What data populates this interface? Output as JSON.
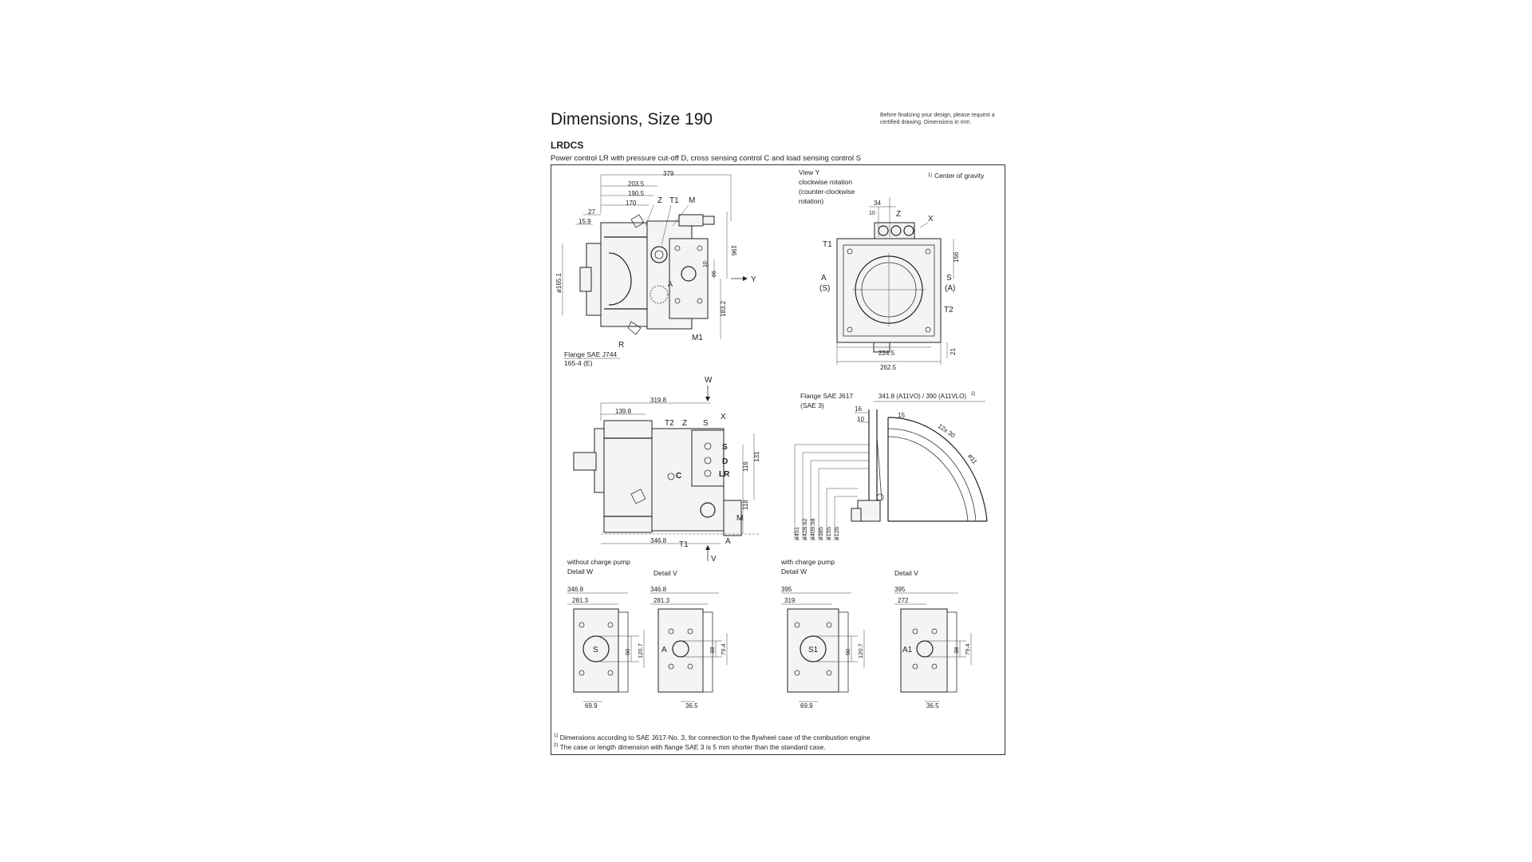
{
  "header": {
    "title": "Dimensions, Size 190",
    "note": "Before finalizing your design, please request a certified drawing. Dimensions in mm.",
    "code": "LRDCS",
    "description": "Power control LR with pressure cut-off D, cross sensing control C and load sensing control S"
  },
  "views": {
    "top_left": {
      "dims": [
        "379",
        "203.5",
        "190.5",
        "170",
        "27",
        "15.9",
        "196",
        "10",
        "66",
        "183.2",
        "ø165.1"
      ],
      "ports": [
        "Z",
        "T1",
        "M",
        "A",
        "R",
        "M1",
        "Y"
      ],
      "flange": "Flange SAE J744",
      "flange_size": "165-4 (E)"
    },
    "top_right": {
      "heading_lines": [
        "View Y",
        "clockwise rotation",
        "(counter-clockwise",
        "rotation)"
      ],
      "center_note": "Center of gravity",
      "dims": [
        "34",
        "10",
        "156",
        "224.5",
        "262.5",
        "21"
      ],
      "ports": [
        "Z",
        "X",
        "T1",
        "A",
        "(S)",
        "S",
        "(A)",
        "T2"
      ]
    },
    "middle_left": {
      "view_labels": [
        "W",
        "V"
      ],
      "dims": [
        "319.8",
        "139.8",
        "346.8",
        "131",
        "116",
        "118"
      ],
      "ports": [
        "T2",
        "Z",
        "S",
        "X",
        "S",
        "D",
        "LR",
        "C",
        "M",
        "A",
        "T1"
      ]
    },
    "middle_right": {
      "flange": "Flange SAE J617",
      "flange_size": "(SAE 3)",
      "length": "341.8 (A11VO) / 390 (A11VLO)",
      "dims": [
        "16",
        "10",
        "15",
        "12x 30",
        "ø11"
      ],
      "diameters": [
        "ø451",
        "ø428.62",
        "ø409.58",
        "ø385",
        "ø155",
        "ø126"
      ]
    },
    "details": [
      {
        "caption": "without charge pump",
        "label": "Detail W",
        "dims": [
          "346.8",
          "281.3",
          "69.9",
          "90",
          "120.7"
        ],
        "port": "S"
      },
      {
        "caption": "",
        "label": "Detail V",
        "dims": [
          "346.8",
          "281.3",
          "36.5",
          "38",
          "79.4"
        ],
        "port": "A"
      },
      {
        "caption": "with charge pump",
        "label": "Detail W",
        "dims": [
          "395",
          "319",
          "69.9",
          "90",
          "120.7"
        ],
        "port": "S1"
      },
      {
        "caption": "",
        "label": "Detail V",
        "dims": [
          "395",
          "272",
          "36.5",
          "38",
          "79.4"
        ],
        "port": "A1"
      }
    ]
  },
  "footnotes": [
    "Dimensions according to SAE J617-No. 3, for connection to the flywheel case of the combustion engine",
    "The case or length dimension with flange SAE 3 is 5 mm shorter than the standard case."
  ]
}
